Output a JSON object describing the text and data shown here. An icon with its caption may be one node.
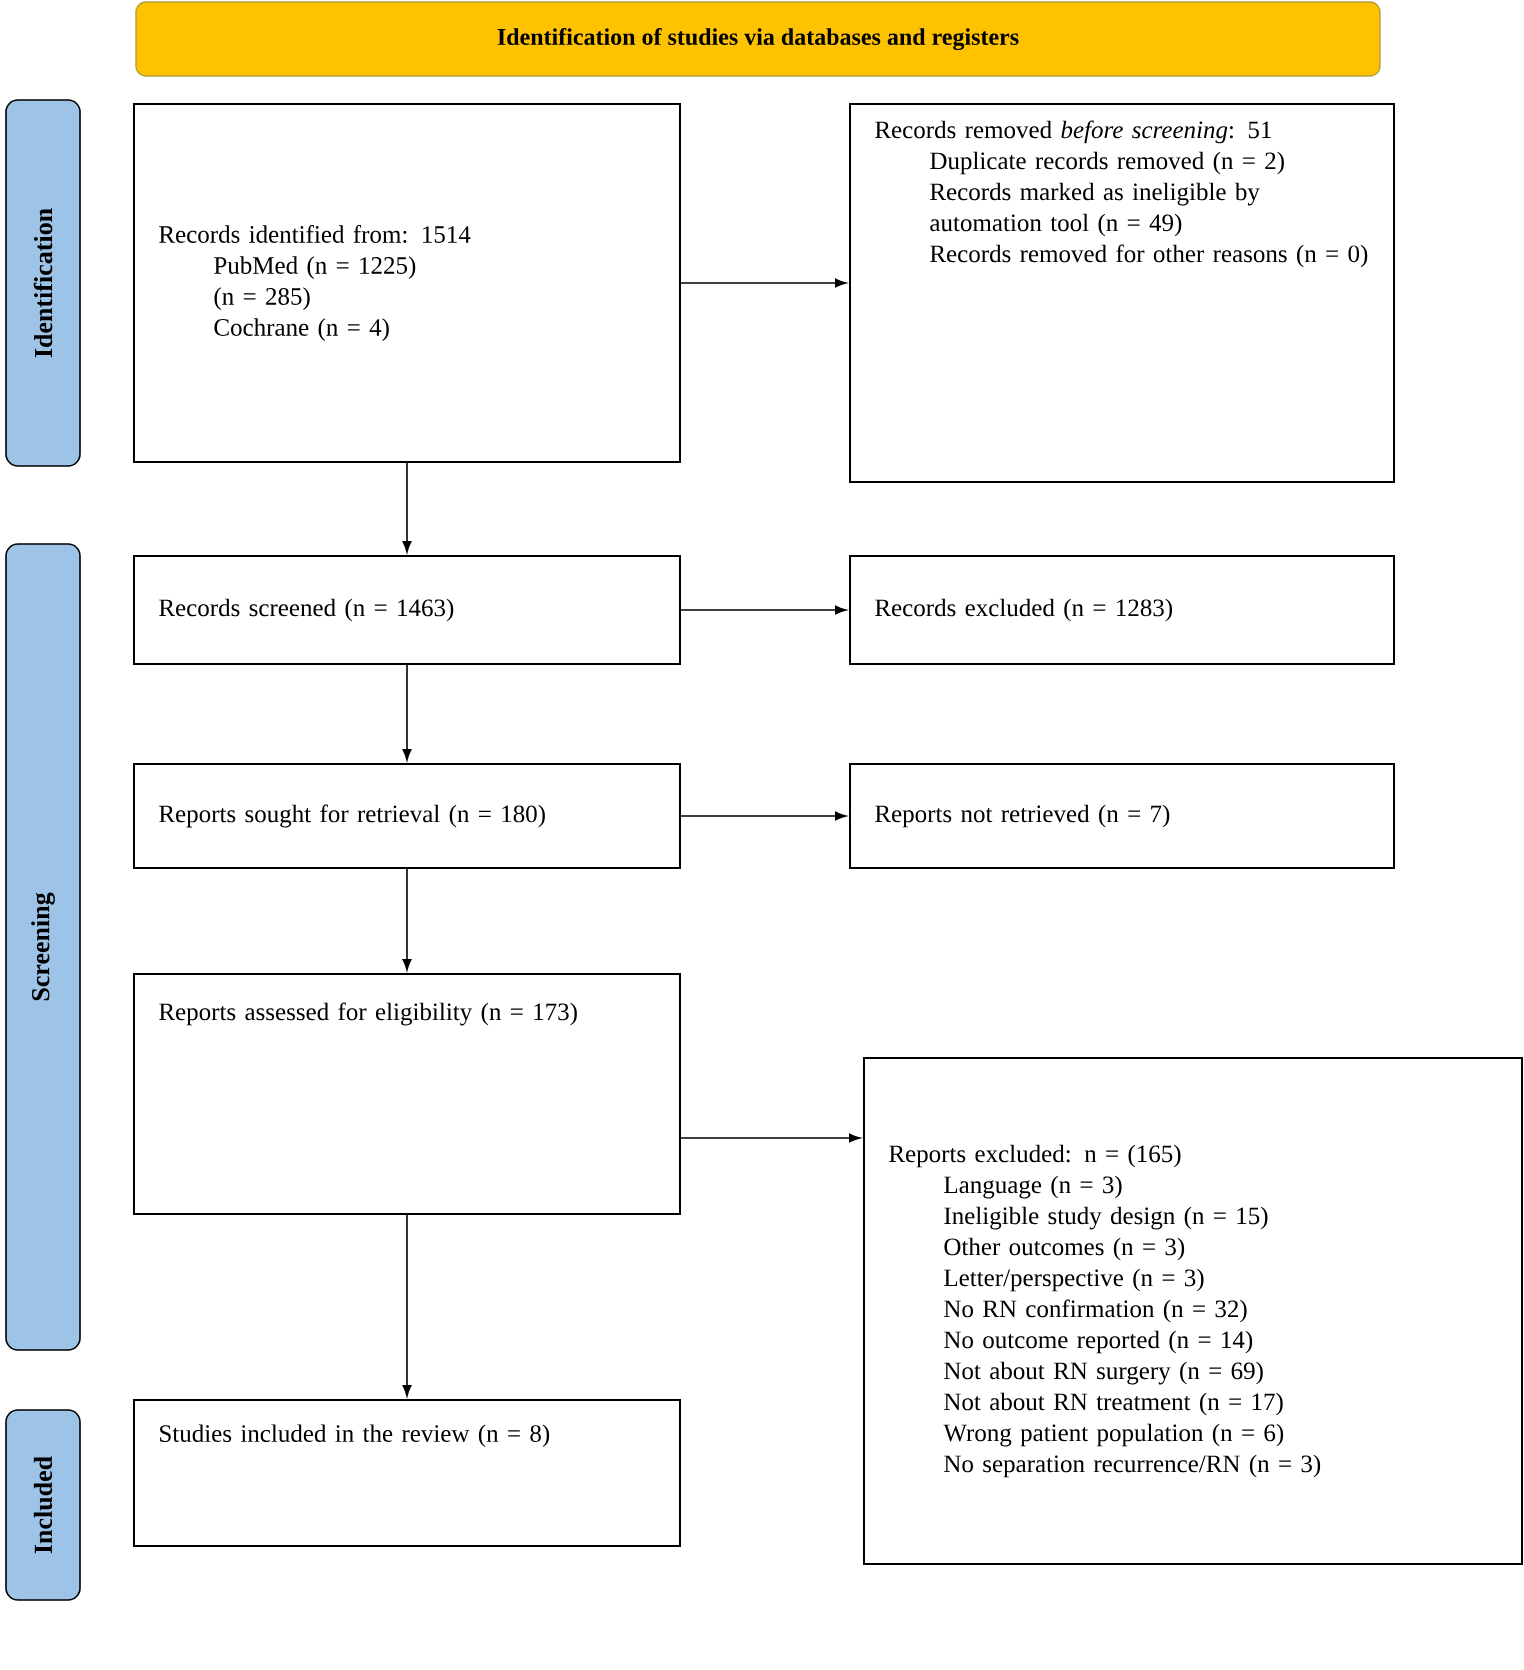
{
  "diagram": {
    "nodes": [
      {
        "text": [
          "Identification of studies via databases and registers"
        ]
      },
      {
        "text": [
          "Identification"
        ]
      },
      {
        "text": [
          "Screening"
        ]
      },
      {
        "text": [
          "Included"
        ]
      },
      {
        "text": [
          "Records identified from: 1514",
          "PubMed (n = 1225)",
          "(n = 285)",
          "Cochrane (n = 4)"
        ]
      },
      {
        "text": [
          "Records removed *before screening*: 51",
          "Duplicate records removed (n = 2)",
          "Records marked as ineligible by automation tool (n = 49)",
          "Records removed for other reasons (n = 0)"
        ]
      },
      {
        "text": [
          "Records screened (n = 1463)"
        ]
      },
      {
        "text": [
          "Records excluded (n = 1283)"
        ]
      },
      {
        "text": [
          "Reports sought for retrieval (n = 180)"
        ]
      },
      {
        "text": [
          "Reports not retrieved (n = 7)"
        ]
      },
      {
        "text": [
          "Reports assessed for eligibility (n = 173)"
        ]
      },
      {
        "text": [
          "Reports excluded: n = (165)",
          "Language (n = 3)",
          "Ineligible study design (n = 15)",
          "Other outcomes (n = 3)",
          "Letter/perspective (n = 3)",
          "No RN confirmation (n = 32)",
          "No outcome reported (n = 14)",
          "Not about RN surgery (n = 69)",
          "Not about RN treatment (n = 17)",
          "Wrong patient population (n = 6)",
          "No separation recurrence/RN (n = 3)"
        ]
      },
      {
        "text": [
          "Studies included in the review (n = 8)"
        ]
      }
    ],
    "edges": [
      {
        "from": 4,
        "to": 5,
        "arrow": "to"
      },
      {
        "from": 4,
        "to": 6,
        "arrow": "to"
      },
      {
        "from": 6,
        "to": 7,
        "arrow": "to"
      },
      {
        "from": 6,
        "to": 8,
        "arrow": "to"
      },
      {
        "from": 8,
        "to": 9,
        "arrow": "to"
      },
      {
        "from": 8,
        "to": 10,
        "arrow": "to"
      },
      {
        "from": 10,
        "to": 11,
        "arrow": "to"
      },
      {
        "from": 10,
        "to": 12,
        "arrow": "to"
      }
    ]
  }
}
